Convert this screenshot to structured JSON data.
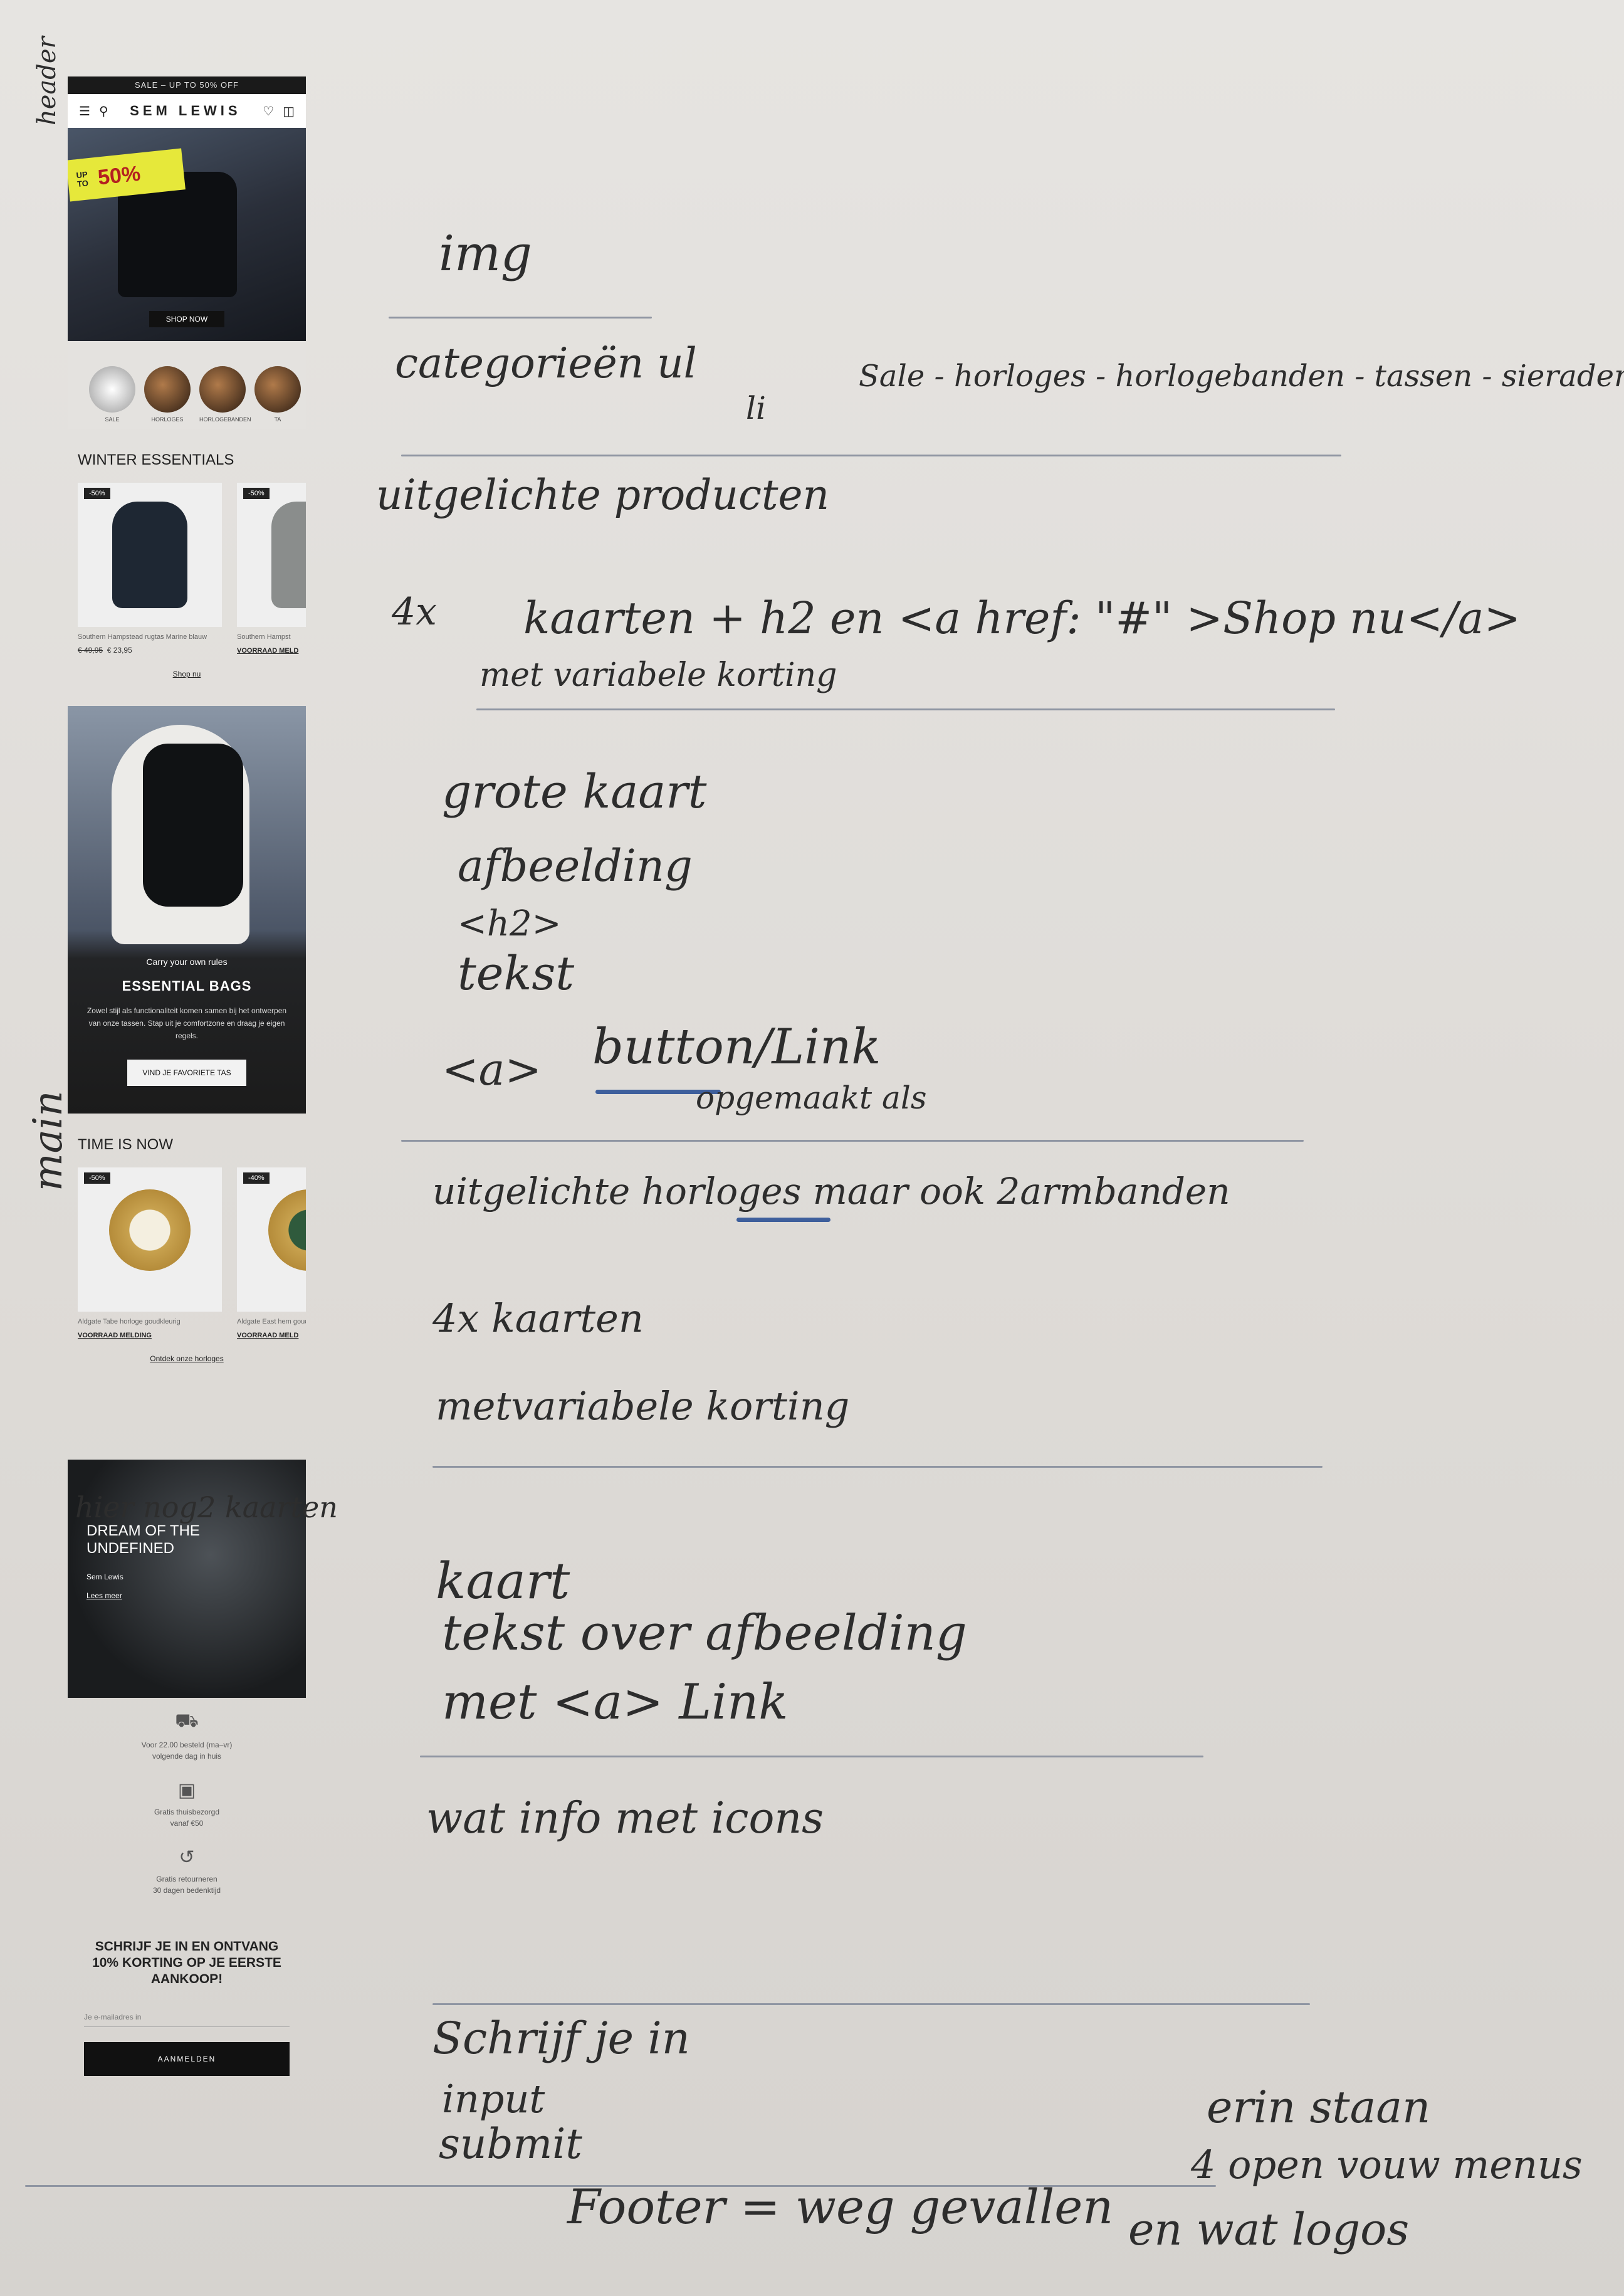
{
  "mockup": {
    "topbar": "SALE – UP TO 50% OFF",
    "brand": "SEM LEWIS",
    "hero": {
      "badge_upto": "UP TO",
      "badge_pct": "50%",
      "button": "SHOP NOW"
    },
    "categories": [
      "SALE",
      "HORLOGES",
      "HORLOGEBANDEN",
      "TA"
    ],
    "section1_title": "WINTER ESSENTIALS",
    "products1": [
      {
        "discount": "-50%",
        "name": "Southern Hampstead rugtas Marine blauw",
        "price_old": "€ 49,95",
        "price": "€ 23,95"
      },
      {
        "discount": "-50%",
        "name": "Southern Hampst",
        "stock": "VOORRAAD MELD"
      }
    ],
    "section1_link": "Shop nu",
    "big_card": {
      "tag": "Carry your own rules",
      "title": "ESSENTIAL BAGS",
      "body": "Zowel stijl als functionaliteit komen samen bij het ontwerpen van onze tassen. Stap uit je comfortzone en draag je eigen regels.",
      "button": "VIND JE FAVORIETE TAS"
    },
    "section2_title": "TIME IS NOW",
    "products2": [
      {
        "discount": "-50%",
        "name": "Aldgate Tabe horloge goudkleurig",
        "stock": "VOORRAAD MELDING"
      },
      {
        "discount": "-40%",
        "name": "Aldgate East hem goudkleurig en gr",
        "stock": "VOORRAAD MELD"
      }
    ],
    "section2_link": "Ontdek onze horloges",
    "dream": {
      "title_line1": "DREAM OF THE",
      "title_line2": "UNDEFINED",
      "sub": "Sem Lewis",
      "link": "Lees meer"
    },
    "info": [
      {
        "icon": "truck-icon",
        "glyph": "⛟",
        "line1": "Voor 22.00 besteld (ma–vr)",
        "line2": "volgende dag in huis"
      },
      {
        "icon": "box-icon",
        "glyph": "▣",
        "line1": "Gratis thuisbezorgd",
        "line2": "vanaf €50"
      },
      {
        "icon": "return-icon",
        "glyph": "↺",
        "line1": "Gratis retourneren",
        "line2": "30 dagen bedenktijd"
      }
    ],
    "newsletter": {
      "line1": "SCHRIJF JE IN EN ONTVANG",
      "line2": "10% KORTING OP JE EERSTE",
      "line3": "AANKOOP!",
      "placeholder": "Je e-mailadres in",
      "button": "AANMELDEN"
    }
  },
  "notes": {
    "header": "header",
    "main": "main",
    "img": "img",
    "categories": "categorieën  ul",
    "categories_li": "li",
    "categories_items": "Sale - horloges - horlogebanden - tassen - sieraden",
    "featured": "uitgelichte producten",
    "four_x": "4x",
    "cards_line": "kaarten + h2 en <a href: \"#\" >Shop nu</a>",
    "variable_discount": "met variabele korting",
    "big_card": "grote kaart",
    "big_img": "afbeelding",
    "big_h2": "<h2>",
    "big_text": "tekst",
    "a_tag": "<a>",
    "button_link": "button/Link",
    "made_as": "opgemaakt als",
    "featured_watches": "uitgelichte horloges maar ook 2armbanden",
    "four_cards": "4x kaarten",
    "variable_discount2": "metvariabele korting",
    "two_more": "hier nog2 kaarten",
    "card": "kaart",
    "text_over": "tekst over afbeelding",
    "with_link": "met <a> Link",
    "info_icons": "wat info met icons",
    "subscribe": "Schrijf je in",
    "input": "input",
    "submit": "submit",
    "footer": "Footer = weg gevallen",
    "should_be_1": "erin staan",
    "should_be_2": "4 open vouw menus",
    "should_be_3": "en wat logos"
  }
}
